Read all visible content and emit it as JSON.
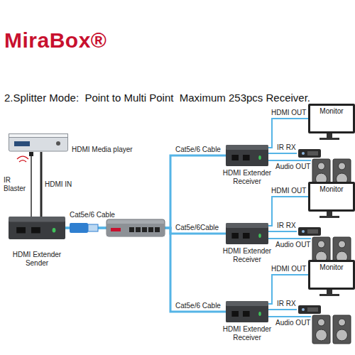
{
  "diagram": {
    "title": "2.Splitter Mode:  Point to Multi Point  Maximum 253pcs Receiver.",
    "nodes": [
      {
        "text": [
          "HDMI Media player"
        ]
      },
      {
        "text": [
          "HDMI Extender Sender"
        ]
      },
      {
        "text": [
          "Monitor"
        ]
      },
      {
        "text": [
          "HDMI Extender Receiver"
        ]
      },
      {
        "text": [
          "Monitor"
        ]
      },
      {
        "text": [
          "HDMI Extender Receiver"
        ]
      },
      {
        "text": [
          "Monitor"
        ]
      },
      {
        "text": [
          "HDMI Extender Receiver"
        ]
      }
    ],
    "edges": [
      {
        "from": 0,
        "to": 1,
        "arrow": "none",
        "label": "IR Blaster"
      },
      {
        "from": 0,
        "to": 1,
        "arrow": "none",
        "label": "HDMI IN"
      },
      {
        "from": 1,
        "to": 3,
        "arrow": "none",
        "label": "Cat5e/6 Cable"
      },
      {
        "from": 1,
        "to": 5,
        "arrow": "none",
        "label": "Cat5e/6Cable"
      },
      {
        "from": 1,
        "to": 7,
        "arrow": "none",
        "label": "Cat5e/6 Cable"
      },
      {
        "from": 3,
        "to": 2,
        "arrow": "none",
        "label": "HDMI OUT"
      },
      {
        "from": 5,
        "to": 4,
        "arrow": "none",
        "label": "HDMI OUT"
      },
      {
        "from": 7,
        "to": 6,
        "arrow": "none",
        "label": "HDMI OUT"
      }
    ],
    "labels": [
      "MiraBox®",
      "Cat5e/6 Cable",
      "IR RX",
      "Audio OUT",
      "IR RX",
      "Audio OUT",
      "IR RX",
      "Audio OUT"
    ]
  }
}
